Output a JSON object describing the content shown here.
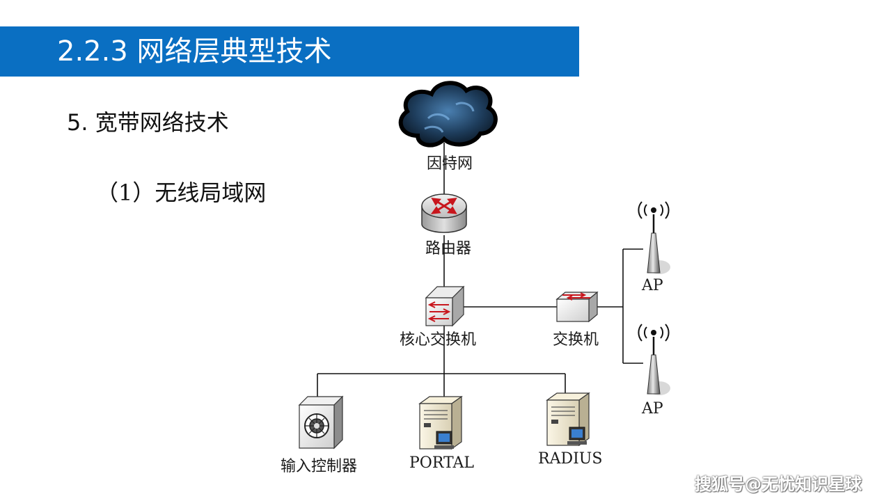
{
  "slide": {
    "title": "2.2.3 网络层典型技术",
    "heading": "5. 宽带网络技术",
    "subheading": "（1）无线局域网"
  },
  "diagram": {
    "internet_label": "因特网",
    "router_label": "路由器",
    "core_switch_label": "核心交换机",
    "switch_label": "交换机",
    "ap1_label": "AP",
    "ap2_label": "AP",
    "input_controller_label": "输入控制器",
    "portal_label": "PORTAL",
    "radius_label": "RADIUS"
  },
  "watermark": "搜狐号@无忧知识星球",
  "colors": {
    "title_bar": "#0a6fc2",
    "arrow_red": "#c8161d"
  }
}
